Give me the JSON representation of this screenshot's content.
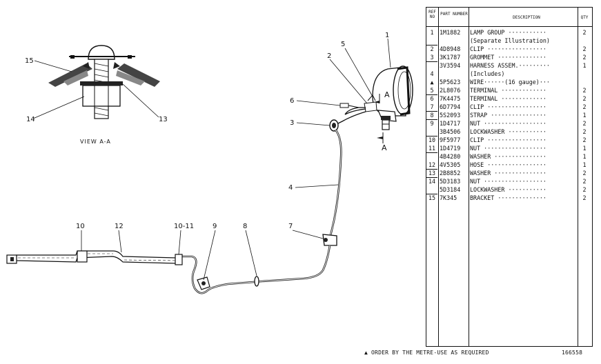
{
  "view": {
    "label": "VIEW A-A",
    "section_letter": "A",
    "callouts": [
      "15",
      "14",
      "13"
    ]
  },
  "callouts": {
    "c1": "1",
    "c2": "2",
    "c3": "3",
    "c4": "4",
    "c5": "5",
    "c6": "6",
    "c7": "7",
    "c8": "8",
    "c9": "9",
    "c10a": "10",
    "c10b": "10-11",
    "c12": "12"
  },
  "table": {
    "headers": {
      "ref": "REF NO",
      "part": "PART NUMBER",
      "desc": "DESCRIPTION",
      "qty": "QTY"
    },
    "rows": [
      {
        "ref": "1",
        "pn": "1M1882",
        "desc": "LAMP GROUP ···········",
        "qty": "2"
      },
      {
        "ref": "",
        "pn": "",
        "desc": "(Separate Illustration)",
        "qty": ""
      },
      {
        "ref": "2",
        "pn": "4D8948",
        "desc": "CLIP ·················",
        "qty": "2"
      },
      {
        "ref": "3",
        "pn": "3K1787",
        "desc": "GROMMET ··············",
        "qty": "2"
      },
      {
        "ref": "",
        "pn": "3V3594",
        "desc": "HARNESS ASSEM.·········",
        "qty": "1"
      },
      {
        "ref": "4",
        "pn": "",
        "desc": "(Includes)",
        "qty": ""
      },
      {
        "ref": "▲",
        "pn": "5P5623",
        "desc": "WIRE······(16 gauge)···",
        "qty": ""
      },
      {
        "ref": "5",
        "pn": "2L8076",
        "desc": "TERMINAL ·············",
        "qty": "2"
      },
      {
        "ref": "6",
        "pn": "7K4475",
        "desc": "TERMINAL ·············",
        "qty": "2"
      },
      {
        "ref": "7",
        "pn": "6D7794",
        "desc": "CLIP ·················",
        "qty": "2"
      },
      {
        "ref": "8",
        "pn": "5S2093",
        "desc": "STRAP ················",
        "qty": "1"
      },
      {
        "ref": "9",
        "pn": "1D4717",
        "desc": "NUT ··················",
        "qty": "2"
      },
      {
        "ref": "",
        "pn": "3B4506",
        "desc": "LOCKWASHER ···········",
        "qty": "2"
      },
      {
        "ref": "10",
        "pn": "9F5977",
        "desc": "CLIP ·················",
        "qty": "2"
      },
      {
        "ref": "11",
        "pn": "1D4719",
        "desc": "NUT ··················",
        "qty": "1"
      },
      {
        "ref": "",
        "pn": "4B4280",
        "desc": "WASHER ···············",
        "qty": "1"
      },
      {
        "ref": "12",
        "pn": "4V5305",
        "desc": "HOSE ·················",
        "qty": "1"
      },
      {
        "ref": "13",
        "pn": "2B8852",
        "desc": "WASHER ···············",
        "qty": "2"
      },
      {
        "ref": "14",
        "pn": "5D3183",
        "desc": "NUT ··················",
        "qty": "2"
      },
      {
        "ref": "",
        "pn": "5D3184",
        "desc": "LOCKWASHER ···········",
        "qty": "2"
      },
      {
        "ref": "15",
        "pn": "7K345",
        "desc": "BRACKET ··············",
        "qty": "2"
      }
    ]
  },
  "footer": {
    "note": "▲ ORDER BY THE METRE-USE AS REQUIRED",
    "figure_number": "166558"
  }
}
